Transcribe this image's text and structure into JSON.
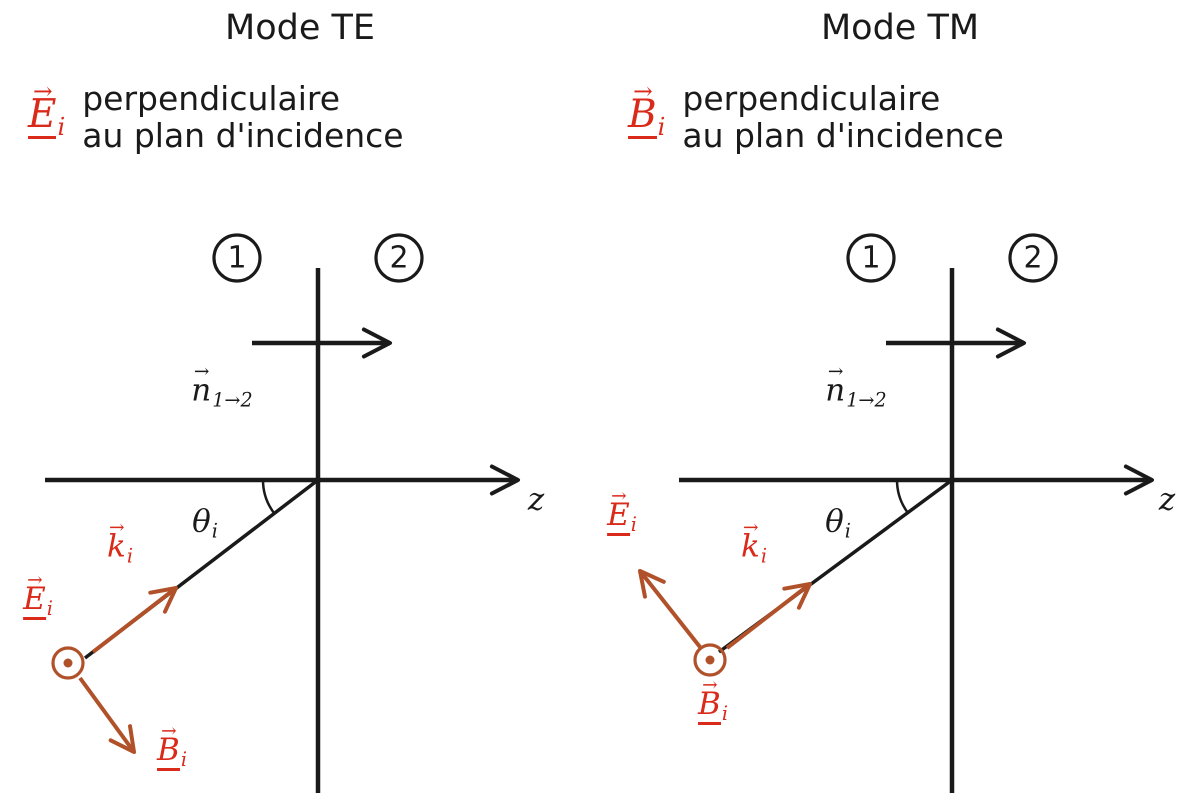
{
  "colors": {
    "text_red": "#d92a1a",
    "arrow_red": "#b0512a",
    "black": "#1a1a1a"
  },
  "symbols": {
    "vec_arrow": "→"
  },
  "te": {
    "title": "Mode TE",
    "header_vec_base": "E",
    "header_vec_sub": "i",
    "desc_line1": "perpendiculaire",
    "desc_line2": "au plan d'incidence",
    "region1": "1",
    "region2": "2",
    "normal_base": "n",
    "normal_sub": "1→2",
    "z_label": "z",
    "theta_base": "θ",
    "theta_sub": "i",
    "k_base": "k",
    "k_sub": "i",
    "E_base": "E",
    "E_sub": "i",
    "B_base": "B",
    "B_sub": "i"
  },
  "tm": {
    "title": "Mode TM",
    "header_vec_base": "B",
    "header_vec_sub": "i",
    "desc_line1": "perpendiculaire",
    "desc_line2": "au plan d'incidence",
    "region1": "1",
    "region2": "2",
    "normal_base": "n",
    "normal_sub": "1→2",
    "z_label": "z",
    "theta_base": "θ",
    "theta_sub": "i",
    "k_base": "k",
    "k_sub": "i",
    "E_base": "E",
    "E_sub": "i",
    "B_base": "B",
    "B_sub": "i"
  }
}
